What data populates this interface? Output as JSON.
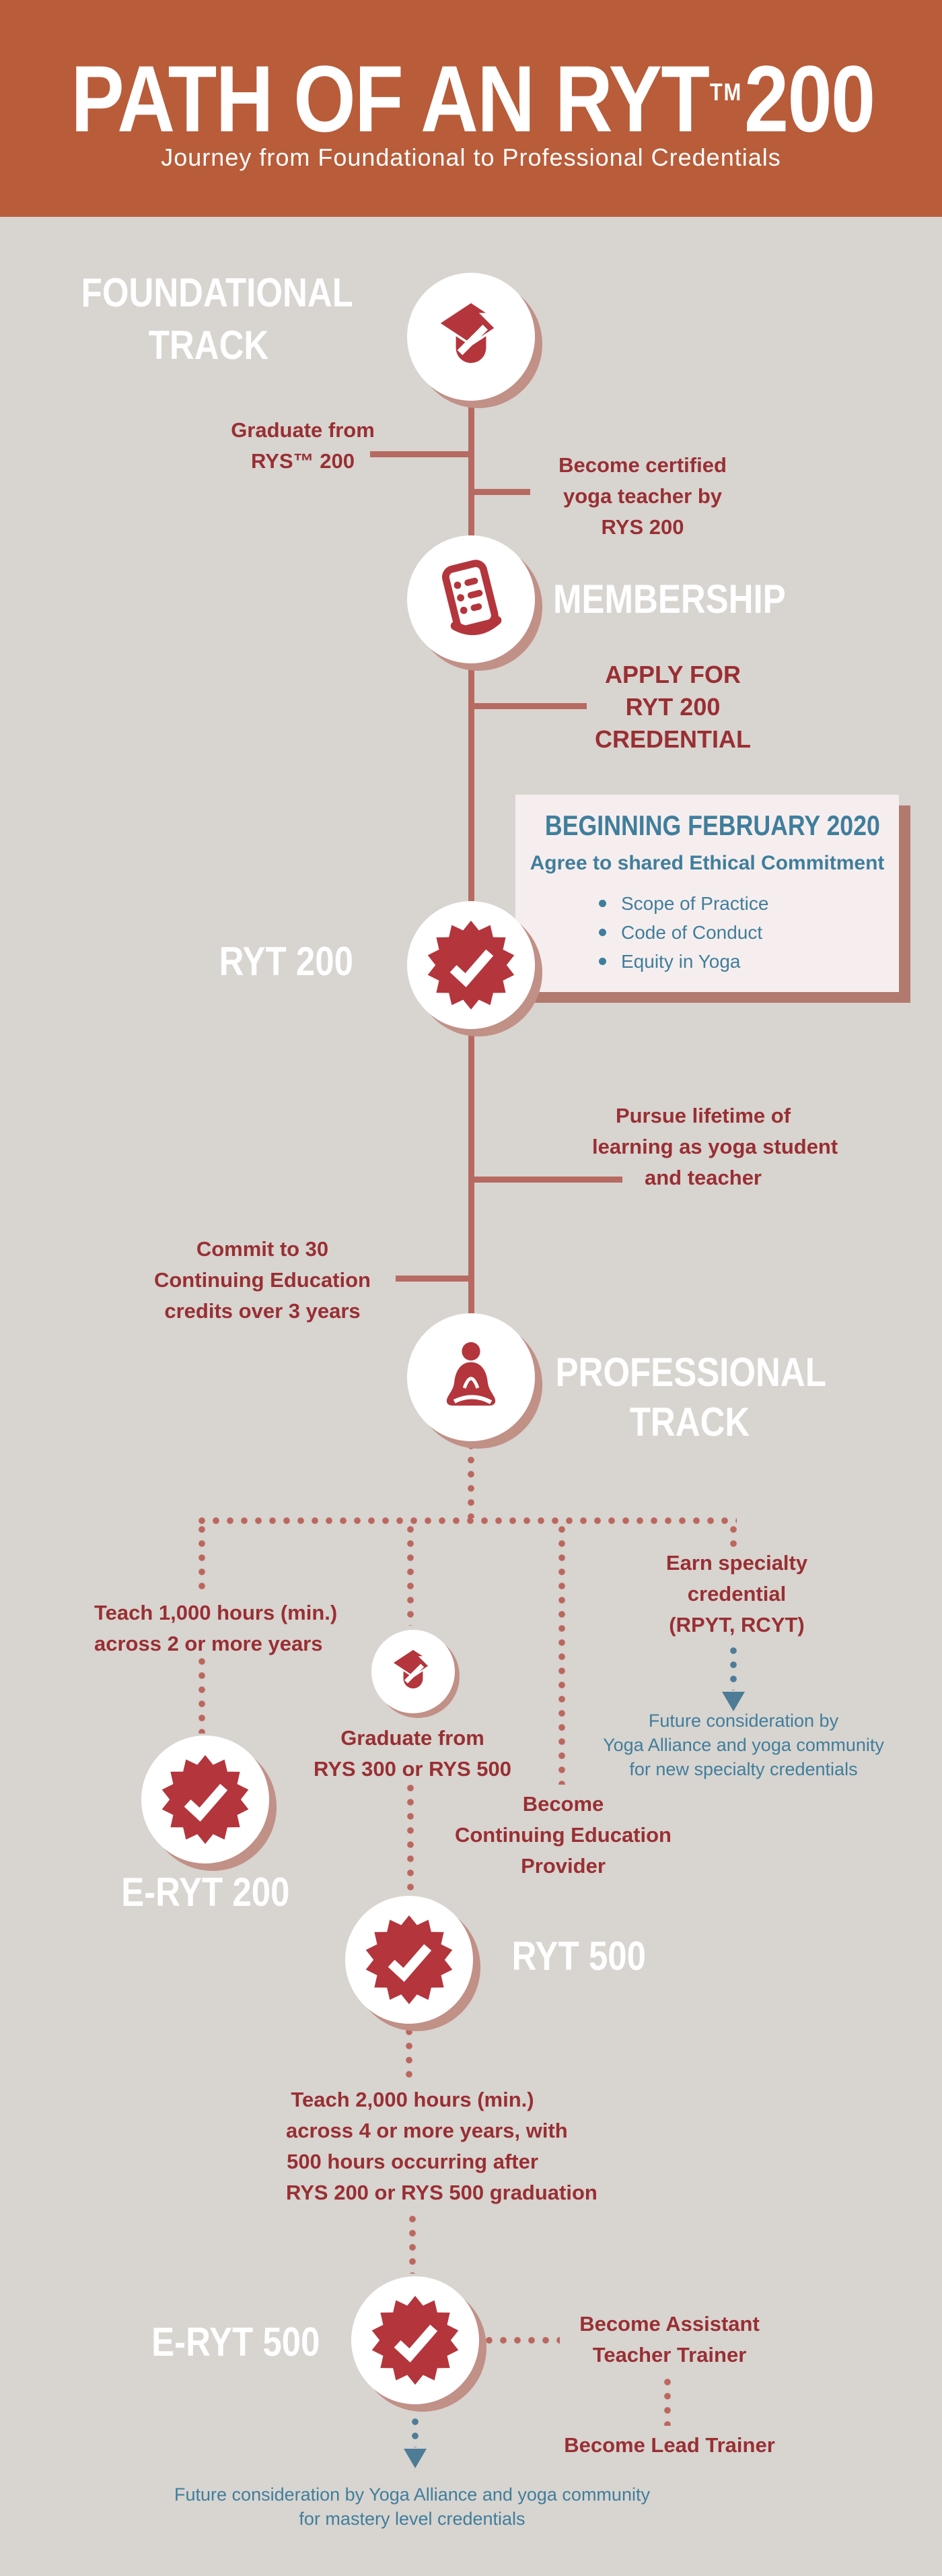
{
  "colors": {
    "header_bg": "#b95c3a",
    "page_bg": "#d8d4d0",
    "dark_red": "#992f33",
    "icon_red": "#b4353c",
    "line": "#b76a61",
    "dot_red": "#bb675e",
    "teal": "#3f7e9c",
    "steel": "#4e7c96",
    "box_bg": "#f6eeee",
    "box_shadow": "#b27a6f",
    "circle_shadow": "#c19086"
  },
  "header": {
    "title_main": "PATH OF AN RYT",
    "title_tm": "TM",
    "title_number": "200",
    "subtitle": "Journey from Foundational to Professional Credentials"
  },
  "foundational": {
    "track_label": [
      "FOUNDATIONAL",
      "TRACK"
    ],
    "graduate_note": [
      "Graduate from",
      "RYS™ 200"
    ],
    "become_certified_note": [
      "Become certified",
      "yoga teacher by",
      "RYS 200"
    ]
  },
  "membership": {
    "label": "MEMBERSHIP",
    "apply_note": [
      "APPLY FOR",
      "RYT 200",
      "CREDENTIAL"
    ]
  },
  "ethics_box": {
    "heading": "BEGINNING FEBRUARY 2020",
    "subheading": "Agree to shared Ethical Commitment",
    "bullets": [
      "Scope of Practice",
      "Code of Conduct",
      "Equity in Yoga"
    ]
  },
  "ryt200": {
    "label": "RYT 200",
    "pursue_note": [
      "Pursue lifetime of",
      "learning as yoga student",
      "and teacher"
    ],
    "commit_note": [
      "Commit to 30",
      "Continuing Education",
      "credits over 3 years"
    ]
  },
  "professional": {
    "track_label": [
      "PROFESSIONAL",
      "TRACK"
    ]
  },
  "eryt200_path": {
    "teach_note": [
      "Teach 1,000 hours (min.)",
      "across 2 or more years"
    ],
    "label": "E-RYT 200"
  },
  "ryt500_path": {
    "graduate_note": [
      "Graduate from",
      "RYS 300 or RYS 500"
    ],
    "label": "RYT 500",
    "teach_note": [
      "Teach 2,000 hours (min.)",
      "across 4 or more years, with",
      "500 hours occurring after",
      "RYS 200 or RYS 500 graduation"
    ]
  },
  "ce_provider_path": {
    "note": [
      "Become",
      "Continuing Education",
      "Provider"
    ]
  },
  "specialty_path": {
    "note": [
      "Earn specialty",
      "credential",
      "(RPYT, RCYT)"
    ],
    "future_note": [
      "Future consideration by",
      "Yoga Alliance and yoga community",
      "for new specialty credentials"
    ]
  },
  "eryt500": {
    "label": "E-RYT 500",
    "assistant_note": [
      "Become Assistant",
      "Teacher Trainer"
    ],
    "lead_note": "Become Lead Trainer",
    "future_note": [
      "Future consideration by Yoga Alliance and yoga community",
      "for mastery level credentials"
    ]
  }
}
